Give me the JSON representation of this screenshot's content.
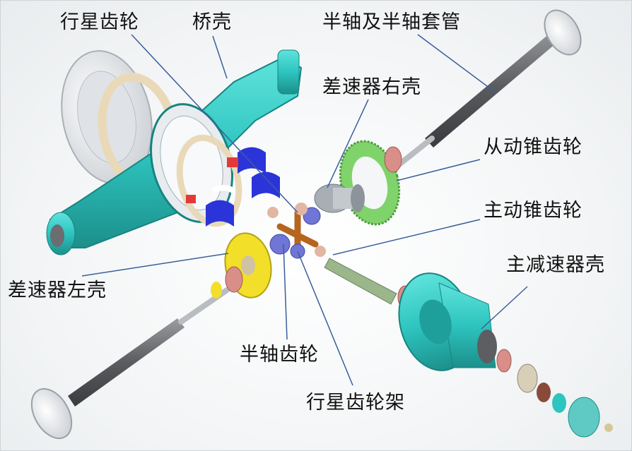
{
  "labels": {
    "planet_gear": "行星齿轮",
    "axle_housing": "桥壳",
    "half_shaft_and_sleeve": "半轴及半轴套管",
    "diff_right_case": "差速器右壳",
    "driven_bevel_gear": "从动锥齿轮",
    "driving_bevel_gear": "主动锥齿轮",
    "main_reducer_housing": "主减速器壳",
    "diff_left_case": "差速器左壳",
    "side_gear": "半轴齿轮",
    "planet_carrier": "行星齿轮架"
  },
  "colors": {
    "housing": "#2ec4bf",
    "ring_gear": "#7fd36a",
    "left_case": "#f2df2a",
    "bearing": "#d98e87",
    "blue_gear": "#6f76d6",
    "carrier": "#b5651d",
    "shaft": "#6d6f73",
    "leader_line": "#3a5f9a"
  }
}
